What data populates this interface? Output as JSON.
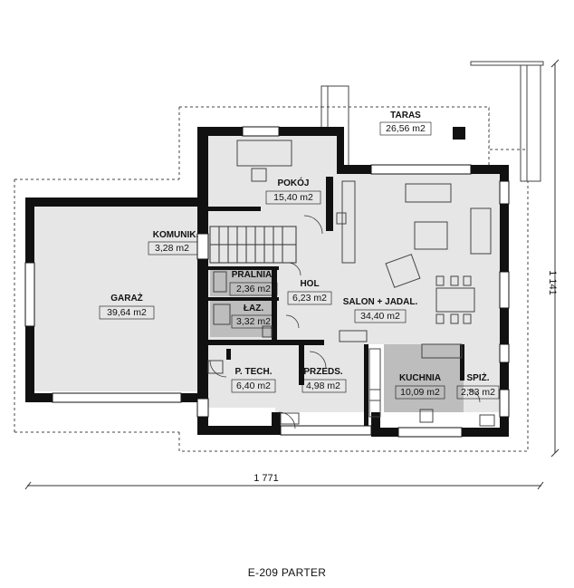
{
  "rooms": [
    {
      "name": "TARAS",
      "area": "26,56 m2"
    },
    {
      "name": "POKÓJ",
      "area": "15,40 m2"
    },
    {
      "name": "KOMUNIK.",
      "area": "3,28 m2"
    },
    {
      "name": "GARAŻ",
      "area": "39,64 m2"
    },
    {
      "name": "PRALNIA",
      "area": "2,36 m2"
    },
    {
      "name": "ŁAZ.",
      "area": "3,32 m2"
    },
    {
      "name": "HOL",
      "area": "6,23 m2"
    },
    {
      "name": "SALON + JADAL.",
      "area": "34,40 m2"
    },
    {
      "name": "P. TECH.",
      "area": "6,40 m2"
    },
    {
      "name": "PRZEDS.",
      "area": "4,98 m2"
    },
    {
      "name": "KUCHNIA",
      "area": "10,09 m2"
    },
    {
      "name": "SPIŻ.",
      "area": "2,83 m2"
    }
  ],
  "dimensions": {
    "width": "1 771",
    "height": "1 141"
  },
  "title": "E-209 PARTER",
  "colors": {
    "wall": "#111111",
    "floor": "#e6e6e6",
    "kitchen": "#bdbdbd",
    "outline": "#444444"
  }
}
